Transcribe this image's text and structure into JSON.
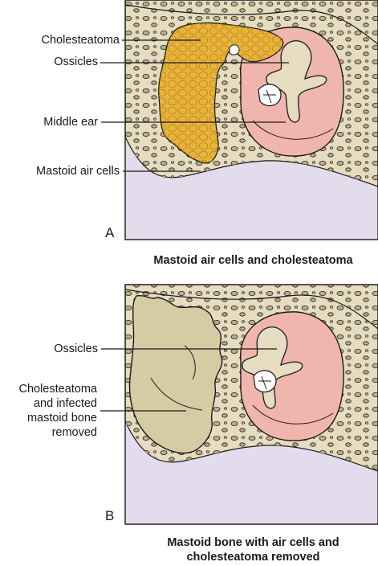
{
  "panels": [
    {
      "letter": "A",
      "caption": "Mastoid air cells and cholesteatoma",
      "labels": [
        "Cholesteatoma",
        "Ossicles",
        "Middle ear",
        "Mastoid air cells"
      ]
    },
    {
      "letter": "B",
      "caption_line1": "Mastoid bone with air cells and",
      "caption_line2": "cholesteatoma removed",
      "labels": [
        "Ossicles",
        "Cholesteatoma",
        "and infected",
        "mastoid bone",
        "removed"
      ]
    }
  ],
  "colors": {
    "bone": "#e6dcc0",
    "air_cell": "#bcae8c",
    "cholesteatoma": "#e8b33a",
    "middle_ear": "#f0b6ae",
    "soft_tissue": "#e2dcec",
    "cavity": "#d7cba4",
    "outline": "#1a1a1a"
  }
}
